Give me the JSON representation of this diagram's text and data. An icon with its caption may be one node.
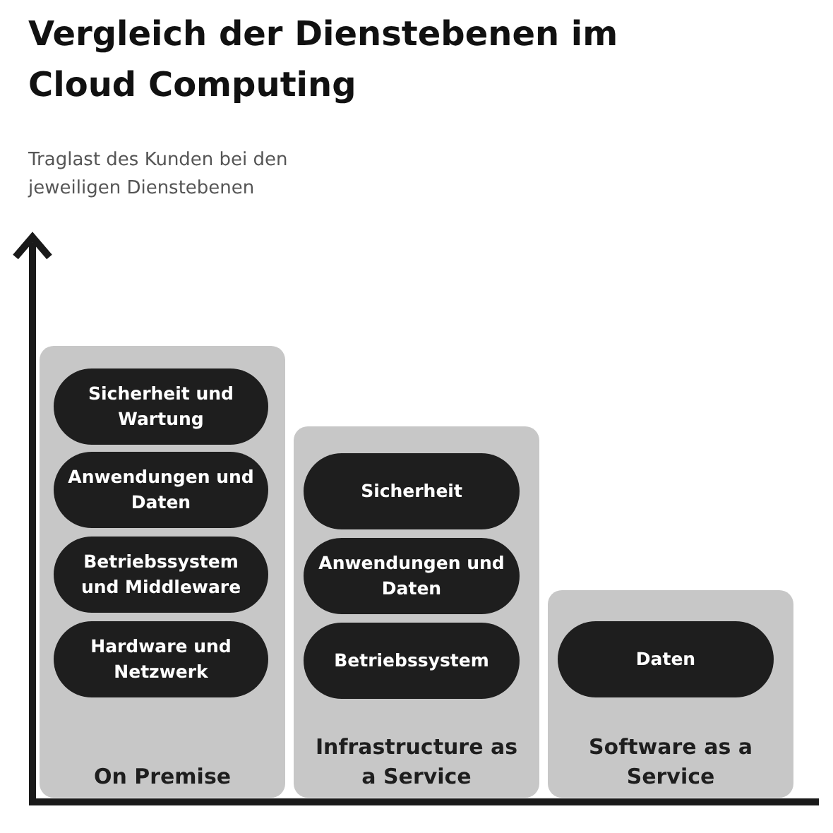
{
  "diagram": {
    "title": "Vergleich der Dienstebenen im Cloud Computing",
    "nodes": [
      {
        "text": [
          "On Premise"
        ]
      },
      {
        "text": [
          "Sicherheit und Wartung"
        ],
        "in": 0
      },
      {
        "text": [
          "Anwendungen und Daten"
        ],
        "in": 0
      },
      {
        "text": [
          "Betriebssystem und Middleware"
        ],
        "in": 0
      },
      {
        "text": [
          "Hardware und Netzwerk"
        ],
        "in": 0
      },
      {
        "text": [
          "Infrastructure as a Service"
        ]
      },
      {
        "text": [
          "Sicherheit"
        ],
        "in": 5
      },
      {
        "text": [
          "Anwendungen und Daten"
        ],
        "in": 5
      },
      {
        "text": [
          "Betriebssystem"
        ],
        "in": 5
      },
      {
        "text": [
          "Software as a Service"
        ]
      },
      {
        "text": [
          "Daten"
        ],
        "in": 9
      }
    ],
    "labels": [
      "Traglast des Kunden bei den jeweiligen Dienstebenen"
    ]
  }
}
